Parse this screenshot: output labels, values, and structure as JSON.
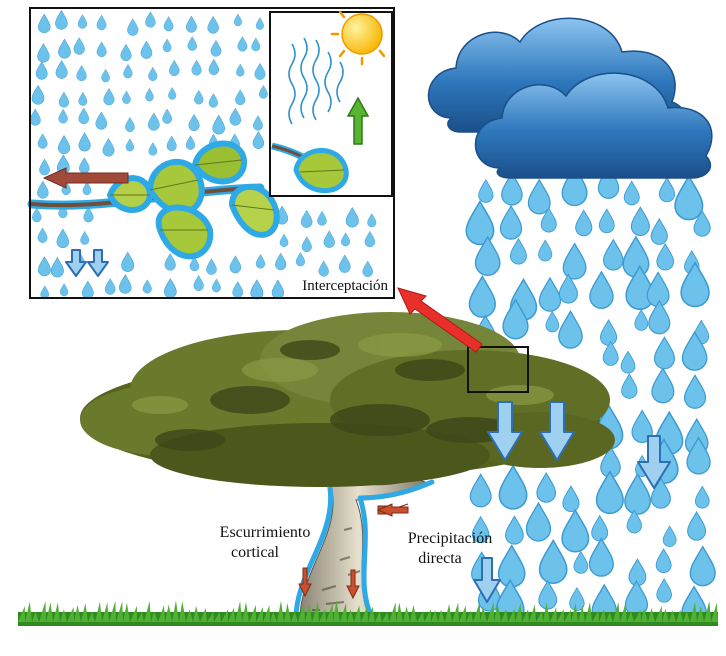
{
  "labels": {
    "interception": "Interceptación",
    "stemflow_line1": "Escurrimiento",
    "stemflow_line2": "cortical",
    "direct_line1": "Precipitación",
    "direct_line2": "directa"
  },
  "colors": {
    "drop": "#6cc2ea",
    "drop_dark": "#2f8fc9",
    "water_film": "#2fa9e6",
    "leaf": "#a7c83a",
    "foliage": "#5e6a28",
    "foliage_dark": "#3d4619",
    "bark": "#d9d2c0",
    "grass": "#3f9a2a",
    "cloud": "#2e78bd",
    "cloud_light": "#7fb6e6",
    "sun": "#ffd21f",
    "arrow_red": "#e8302a",
    "arrow_brown": "#a24a3a",
    "arrow_blue_fill": "#9fd0ef",
    "arrow_blue_stroke": "#2c6fb5",
    "arrow_green": "#57b531",
    "frame": "#111111"
  },
  "icons": [
    "cloud-icon",
    "sun-icon",
    "leaf-icon",
    "raindrop-icon",
    "grass-icon"
  ]
}
